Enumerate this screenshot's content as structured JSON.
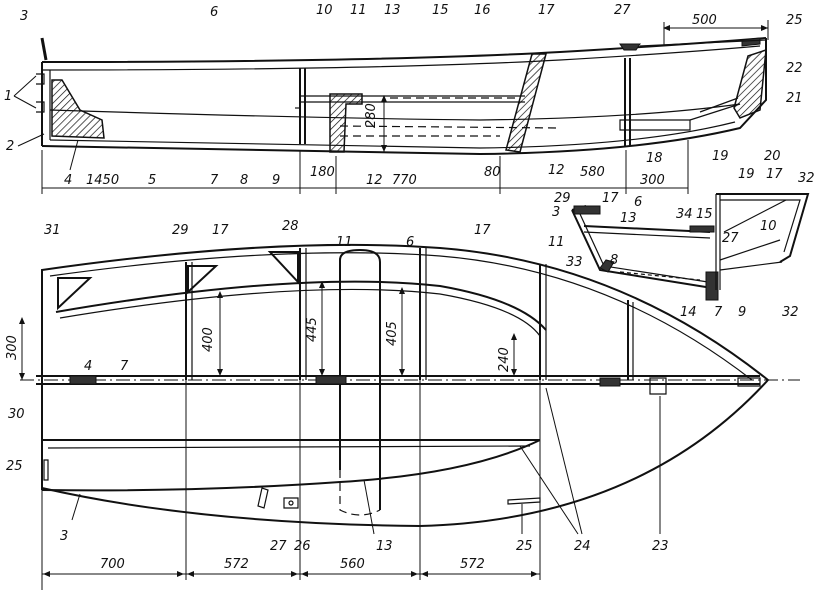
{
  "side_view": {
    "part_labels": [
      "3",
      "6",
      "10",
      "11",
      "13",
      "15",
      "16",
      "17",
      "27",
      "25",
      "22",
      "21",
      "20",
      "19",
      "18",
      "12",
      "12",
      "9",
      "8",
      "7",
      "5",
      "4",
      "2",
      "1"
    ],
    "dimensions": [
      "1450",
      "180",
      "770",
      "80",
      "580",
      "300",
      "500",
      "280"
    ]
  },
  "plan_view": {
    "part_labels": [
      "31",
      "29",
      "17",
      "28",
      "11",
      "6",
      "17",
      "4",
      "7",
      "30",
      "25",
      "3",
      "27",
      "26",
      "13",
      "25",
      "24",
      "23"
    ],
    "dimensions": [
      "300",
      "400",
      "445",
      "405",
      "240",
      "700",
      "572",
      "560",
      "572"
    ]
  },
  "section_view": {
    "part_labels": [
      "19",
      "17",
      "32",
      "29",
      "3",
      "17",
      "6",
      "13",
      "34",
      "15",
      "11",
      "10",
      "27",
      "33",
      "8",
      "14",
      "7",
      "9",
      "32"
    ]
  }
}
